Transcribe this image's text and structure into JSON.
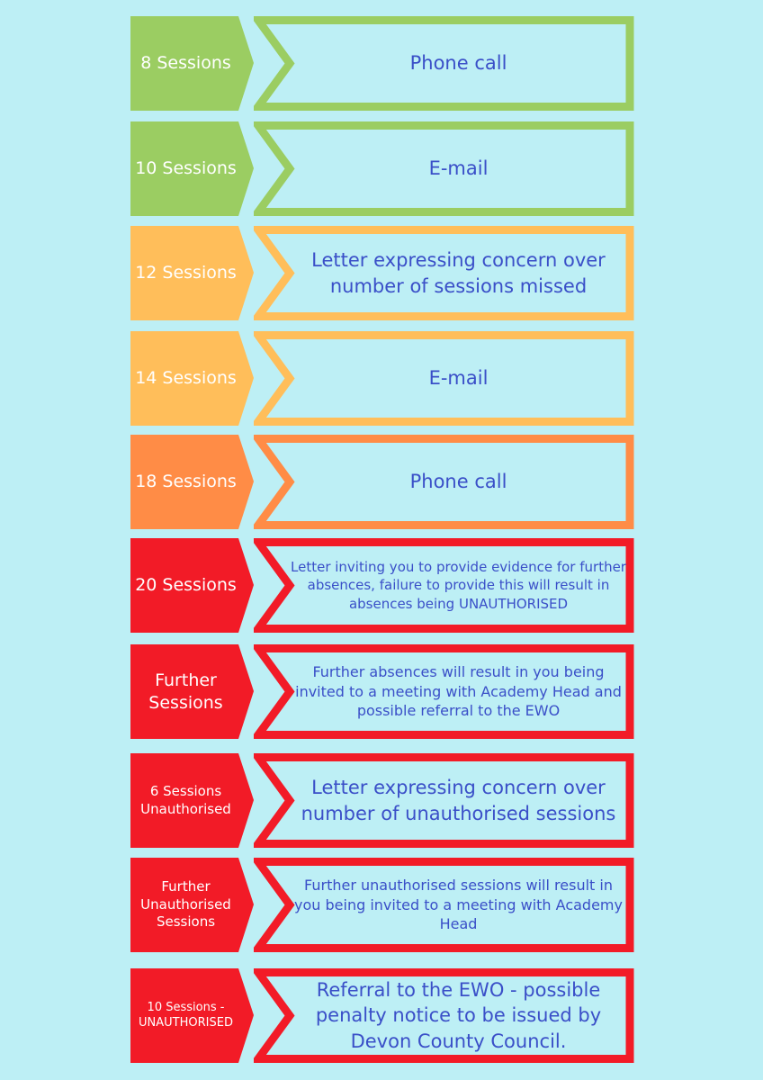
{
  "colors": {
    "green": "#9bcd62",
    "yellow": "#ffbe5a",
    "orange": "#ff8c46",
    "red": "#f21b27",
    "background": "#bdeff5",
    "text": "#3a4fc8"
  },
  "rows": [
    {
      "label": "8 Sessions",
      "action": "Phone call",
      "color": "green"
    },
    {
      "label": "10 Sessions",
      "action": "E-mail",
      "color": "green"
    },
    {
      "label": "12 Sessions",
      "action": "Letter expressing concern over number of sessions missed",
      "color": "yellow"
    },
    {
      "label": "14 Sessions",
      "action": "E-mail",
      "color": "yellow"
    },
    {
      "label": "18 Sessions",
      "action": "Phone call",
      "color": "orange"
    },
    {
      "label": "20 Sessions",
      "action": "Letter inviting you to provide evidence for further absences, failure to provide this will result in absences being UNAUTHORISED",
      "color": "red"
    },
    {
      "label": "Further\nSessions",
      "action": "Further absences will result in you being invited to a meeting with Academy Head and possible referral to the EWO",
      "color": "red"
    },
    {
      "label": "6 Sessions\nUnauthorised",
      "action": "Letter expressing concern over number of unauthorised sessions",
      "color": "red"
    },
    {
      "label": "Further\nUnauthorised\nSessions",
      "action": "Further unauthorised sessions will result in you being invited to a meeting with Academy Head",
      "color": "red"
    },
    {
      "label": "10 Sessions -\nUNAUTHORISED",
      "action": "Referral to the EWO - possible penalty notice to be issued by Devon County Council.",
      "color": "red"
    }
  ]
}
